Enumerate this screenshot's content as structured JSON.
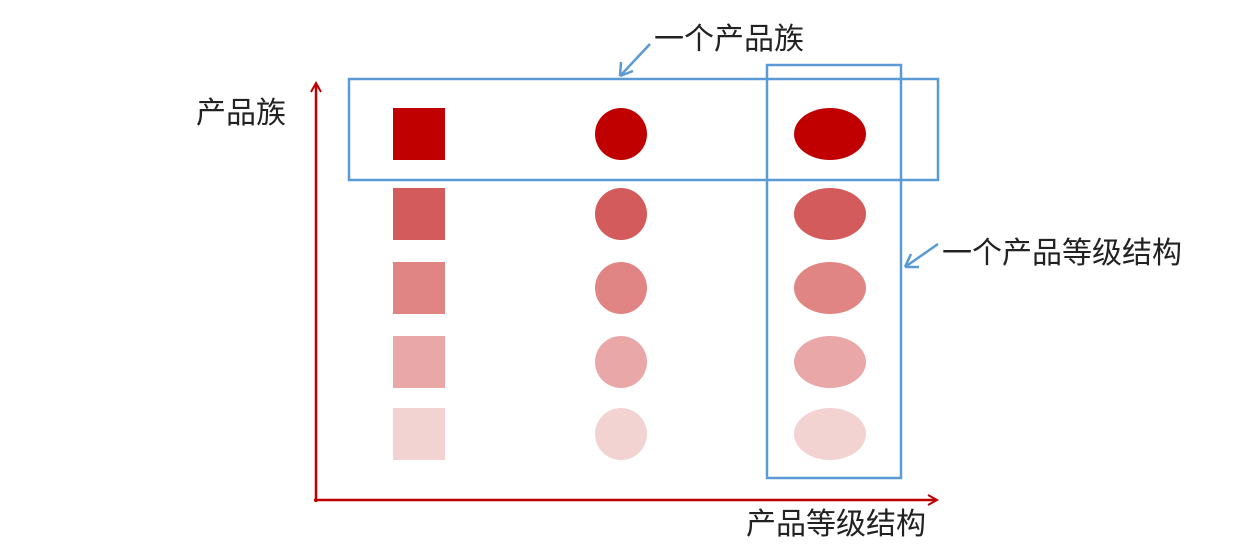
{
  "labels": {
    "y_axis": "产品族",
    "x_axis": "产品等级结构",
    "family_callout": "一个产品族",
    "level_callout": "一个产品等级结构"
  },
  "colors": {
    "axis": "#c00000",
    "highlight_box": "#5b9bd5",
    "shape_base": "#c00000"
  },
  "grid": {
    "columns": [
      "square",
      "circle",
      "ellipse"
    ],
    "row_fills": [
      "#c00000",
      "#d45b5b",
      "#e08484",
      "#eaa7a7",
      "#f3d2d2"
    ]
  }
}
